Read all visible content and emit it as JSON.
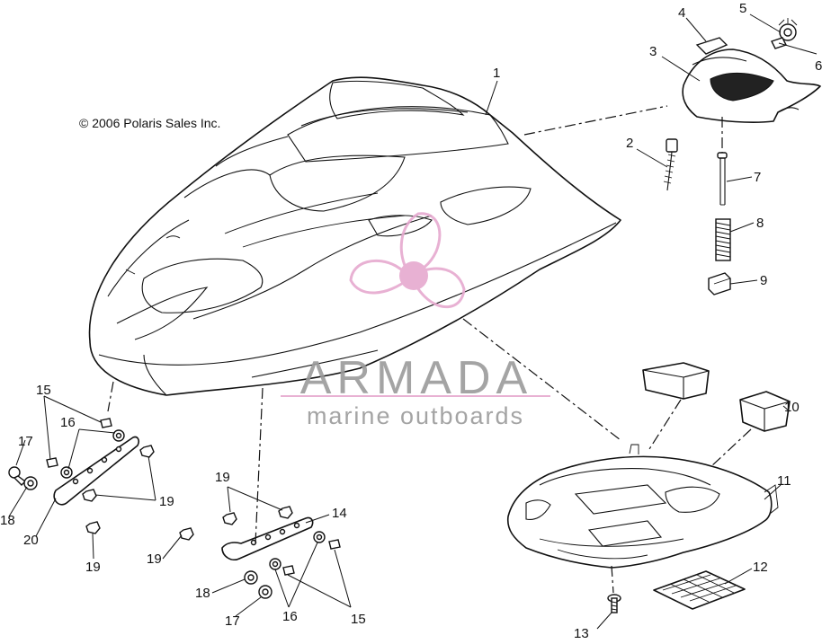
{
  "copyright": "© 2006 Polaris Sales Inc.",
  "watermark": {
    "brand": "ARMADA",
    "tagline": "marine outboards",
    "brand_color": "#9b9b9b",
    "accent_color": "#e6a9cf"
  },
  "callouts": {
    "c1": "1",
    "c2": "2",
    "c3": "3",
    "c4": "4",
    "c5": "5",
    "c6": "6",
    "c7": "7",
    "c8": "8",
    "c9": "9",
    "c10": "10",
    "c11": "11",
    "c12": "12",
    "c13": "13",
    "c14": "14",
    "c15a": "15",
    "c15b": "15",
    "c16a": "16",
    "c16b": "16",
    "c17a": "17",
    "c17b": "17",
    "c18a": "18",
    "c18b": "18",
    "c19a": "19",
    "c19b": "19",
    "c19c": "19",
    "c19d": "19",
    "c20": "20"
  }
}
